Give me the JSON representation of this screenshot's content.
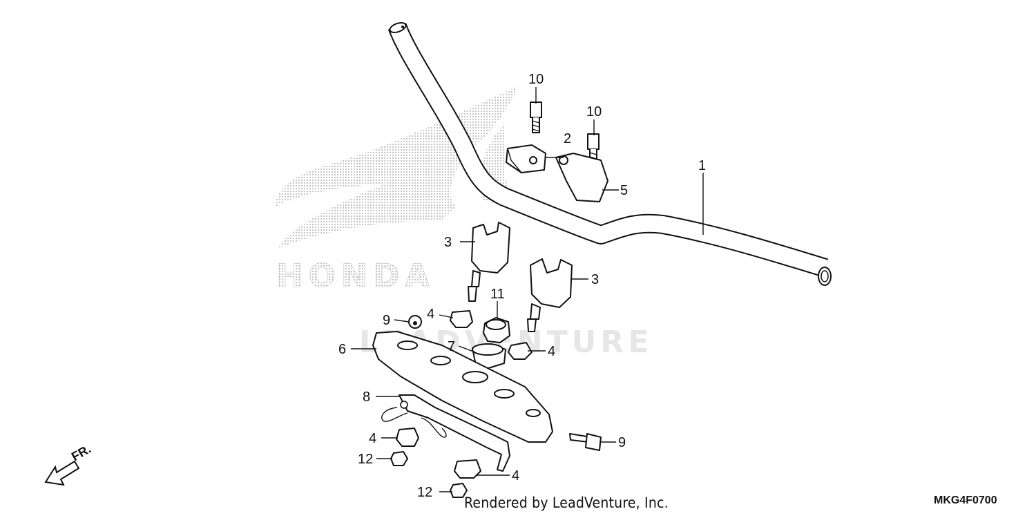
{
  "diagram": {
    "watermark_brand": "HONDA",
    "watermark_vendor": "LEADVENTURE",
    "direction_label": "FR.",
    "credit": "Rendered by LeadVenture, Inc.",
    "diagram_code": "MKG4F0700",
    "callouts": {
      "handlebar": "1",
      "upper_holder_a": "2",
      "holder_left": "3",
      "holder_right": "3",
      "cushion_upper_left": "4",
      "cushion_upper_right": "4",
      "cushion_lower_left": "4",
      "cushion_lower_right": "4",
      "upper_holder_b": "5",
      "lower_holder": "6",
      "collar": "7",
      "bracket": "8",
      "nut_upper": "9",
      "bolt_lower": "9",
      "bolt_left": "10",
      "bolt_right": "10",
      "nut_center": "11",
      "nut_left": "12",
      "nut_bottom": "12"
    }
  }
}
